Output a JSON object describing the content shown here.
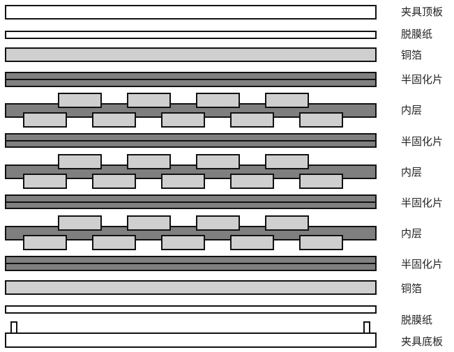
{
  "diagram": {
    "type": "pcb-lamination-stackup",
    "colors": {
      "plate": "#ffffff",
      "copper": "#cfcfcf",
      "prepreg": "#808080",
      "core": "#7f7f7f",
      "outline": "#111111"
    },
    "labels": [
      "夹具顶板",
      "脱膜纸",
      "铜箔",
      "半固化片",
      "内层",
      "半固化片",
      "内层",
      "半固化片",
      "内层",
      "半固化片",
      "铜箔",
      "脱膜纸",
      "夹具底板"
    ]
  }
}
